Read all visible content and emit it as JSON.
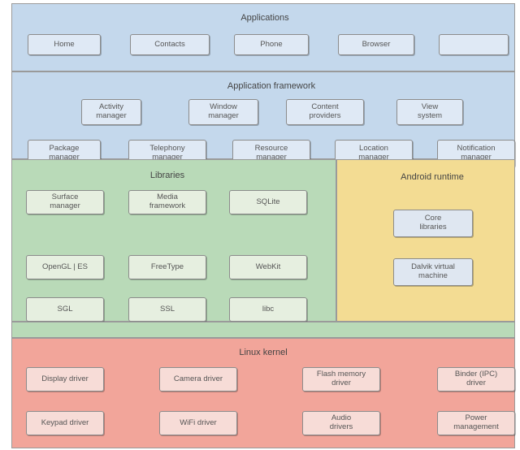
{
  "applications": {
    "title": "Applications",
    "items": [
      "Home",
      "Contacts",
      "Phone",
      "Browser",
      ""
    ]
  },
  "framework": {
    "title": "Application framework",
    "row1": [
      "Activity\nmanager",
      "Window\nmanager",
      "Content\nproviders",
      "View\nsystem"
    ],
    "row2": [
      "Package\nmanager",
      "Telephony\nmanager",
      "Resource\nmanager",
      "Location\nmanager",
      "Notification\nmanager"
    ]
  },
  "libraries": {
    "title": "Libraries",
    "items": [
      "Surface\nmanager",
      "Media\nframework",
      "SQLite",
      "OpenGL | ES",
      "FreeType",
      "WebKit",
      "SGL",
      "SSL",
      "libc"
    ]
  },
  "runtime": {
    "title": "Android runtime",
    "items": [
      "Core\nlibraries",
      "Dalvik virtual\nmachine"
    ]
  },
  "kernel": {
    "title": "Linux kernel",
    "items": [
      "Display driver",
      "Camera driver",
      "Flash memory\ndriver",
      "Binder (IPC)\ndriver",
      "Keypad driver",
      "WiFi driver",
      "Audio\ndrivers",
      "Power\nmanagement"
    ]
  },
  "colors": {
    "blue_layer": "#c4d8ec",
    "green_layer": "#b9dab8",
    "yellow_layer": "#f3dc93",
    "red_layer": "#f2a59a"
  }
}
